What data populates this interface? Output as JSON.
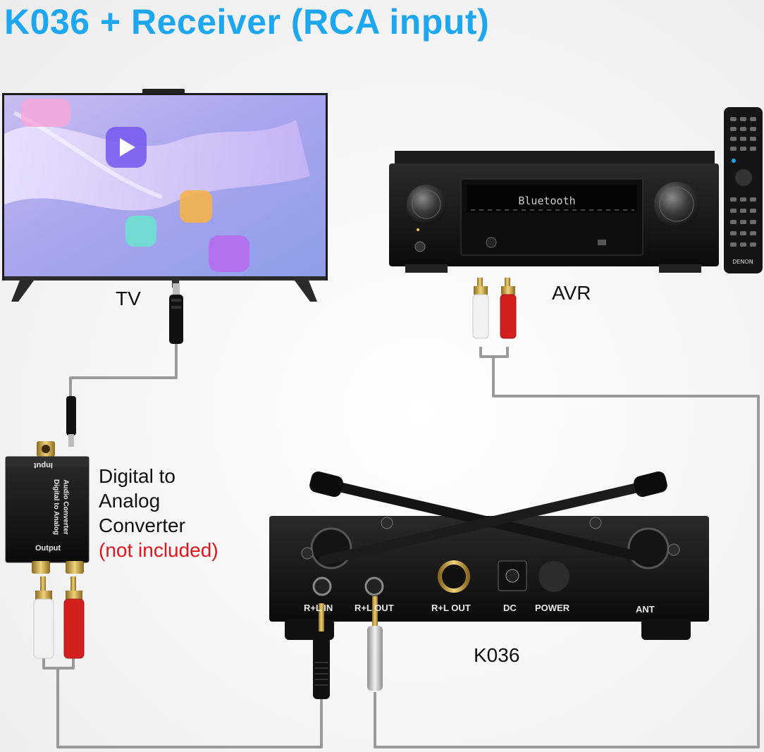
{
  "title": "K036 + Receiver (RCA input)",
  "labels": {
    "tv": "TV",
    "avr": "AVR",
    "k036": "K036",
    "dac_line1": "Digital to",
    "dac_line2": "Analog",
    "dac_line3": "Converter",
    "dac_note": "(not included)"
  },
  "avr_display": "Bluetooth",
  "remote_brand": "DENON",
  "dac_panel": {
    "input": "Input",
    "output": "Output",
    "side1": "Digital to Analog",
    "side2": "Audio Converter"
  },
  "k036_panel": {
    "rl_in": "R+L IN",
    "rl_out_small": "R+L OUT",
    "rl_out": "R+L OUT",
    "dc": "DC",
    "power": "POWER",
    "ant": "ANT"
  },
  "colors": {
    "title": "#1ea7ef",
    "note": "#e0151c",
    "cable": "#9a9a9a"
  }
}
